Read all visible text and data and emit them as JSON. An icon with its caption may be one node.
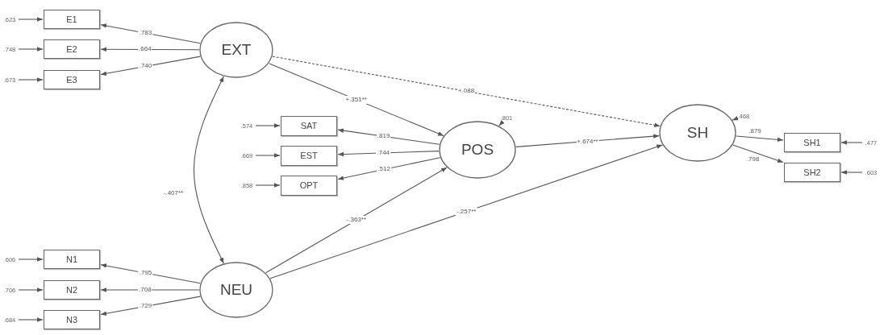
{
  "diagram": {
    "nodes": [
      {
        "text": [
          "EXT"
        ]
      },
      {
        "text": [
          "NEU"
        ]
      },
      {
        "text": [
          "POS"
        ]
      },
      {
        "text": [
          "SH"
        ]
      },
      {
        "text": [
          "E1"
        ]
      },
      {
        "text": [
          "E2"
        ]
      },
      {
        "text": [
          "E3"
        ]
      },
      {
        "text": [
          "N1"
        ]
      },
      {
        "text": [
          "N2"
        ]
      },
      {
        "text": [
          "N3"
        ]
      },
      {
        "text": [
          "SAT"
        ]
      },
      {
        "text": [
          "EST"
        ]
      },
      {
        "text": [
          "OPT"
        ]
      },
      {
        "text": [
          "SH1"
        ]
      },
      {
        "text": [
          "SH2"
        ]
      },
      {
        "text": [
          ".623"
        ]
      },
      {
        "text": [
          ".748"
        ]
      },
      {
        "text": [
          ".673"
        ]
      },
      {
        "text": [
          ".606"
        ]
      },
      {
        "text": [
          ".706"
        ]
      },
      {
        "text": [
          ".684"
        ]
      },
      {
        "text": [
          ".574"
        ]
      },
      {
        "text": [
          ".669"
        ]
      },
      {
        "text": [
          ".858"
        ]
      },
      {
        "text": [
          ".801"
        ]
      },
      {
        "text": [
          ".468"
        ]
      },
      {
        "text": [
          ".477"
        ]
      },
      {
        "text": [
          ".603"
        ]
      }
    ],
    "edges": [
      {
        "from": 0,
        "to": 4,
        "arrow": "to",
        "label": ".783"
      },
      {
        "from": 0,
        "to": 5,
        "arrow": "to",
        "label": ".664"
      },
      {
        "from": 0,
        "to": 6,
        "arrow": "to",
        "label": ".740"
      },
      {
        "from": 1,
        "to": 7,
        "arrow": "to",
        "label": ".795"
      },
      {
        "from": 1,
        "to": 8,
        "arrow": "to",
        "label": ".708"
      },
      {
        "from": 1,
        "to": 9,
        "arrow": "to",
        "label": ".729"
      },
      {
        "from": 2,
        "to": 10,
        "arrow": "to",
        "label": ".819"
      },
      {
        "from": 2,
        "to": 11,
        "arrow": "to",
        "label": ".744"
      },
      {
        "from": 2,
        "to": 12,
        "arrow": "to",
        "label": ".512"
      },
      {
        "from": 3,
        "to": 13,
        "arrow": "to",
        "label": ".879"
      },
      {
        "from": 3,
        "to": 14,
        "arrow": "to",
        "label": ".798"
      },
      {
        "from": 0,
        "to": 2,
        "arrow": "to",
        "label": "+.351**"
      },
      {
        "from": 0,
        "to": 3,
        "arrow": "to",
        "label": "+.088",
        "style": "dashed"
      },
      {
        "from": 2,
        "to": 3,
        "arrow": "to",
        "label": "+.674**"
      },
      {
        "from": 1,
        "to": 2,
        "arrow": "to",
        "label": "-.363**"
      },
      {
        "from": 1,
        "to": 3,
        "arrow": "to",
        "label": "-.257**"
      },
      {
        "from": 0,
        "to": 1,
        "arrow": "both",
        "label": "-.407**"
      },
      {
        "from": 15,
        "to": 4,
        "arrow": "to"
      },
      {
        "from": 16,
        "to": 5,
        "arrow": "to"
      },
      {
        "from": 17,
        "to": 6,
        "arrow": "to"
      },
      {
        "from": 18,
        "to": 7,
        "arrow": "to"
      },
      {
        "from": 19,
        "to": 8,
        "arrow": "to"
      },
      {
        "from": 20,
        "to": 9,
        "arrow": "to"
      },
      {
        "from": 21,
        "to": 10,
        "arrow": "to"
      },
      {
        "from": 22,
        "to": 11,
        "arrow": "to"
      },
      {
        "from": 23,
        "to": 12,
        "arrow": "to"
      },
      {
        "from": 24,
        "to": 2,
        "arrow": "to"
      },
      {
        "from": 25,
        "to": 3,
        "arrow": "to"
      },
      {
        "from": 26,
        "to": 13,
        "arrow": "to"
      },
      {
        "from": 27,
        "to": 14,
        "arrow": "to"
      }
    ]
  }
}
